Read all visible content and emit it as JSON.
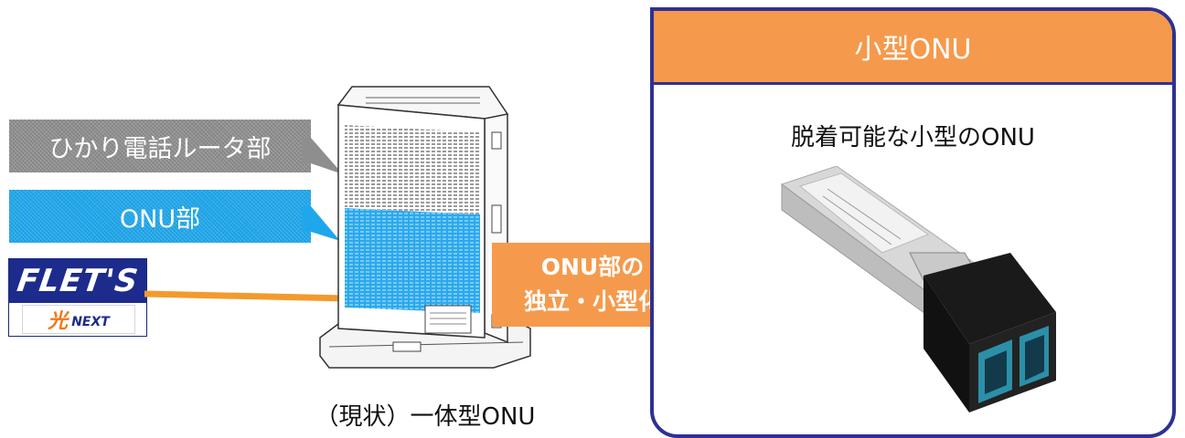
{
  "labels": {
    "router_part": "ひかり電話ルータ部",
    "onu_part": "ONU部",
    "arrow_line1": "ONU部の",
    "arrow_line2": "独立・小型化",
    "caption": "（現状）一体型ONU"
  },
  "logo": {
    "top_text": "FLET'S",
    "bottom_kanji": "光",
    "bottom_text": "NEXT"
  },
  "panel": {
    "title": "小型ONU",
    "subtitle": "脱着可能な小型のONU"
  },
  "colors": {
    "panel_border": "#2e3192",
    "panel_header": "#f59a4c",
    "arrow": "#f59a4c",
    "onu_blue": "#1fa7ec",
    "router_gray": "#8e8e8e",
    "connector_line": "#f39a2e",
    "logo_blue": "#1d2b8c",
    "logo_orange": "#f0781e"
  }
}
